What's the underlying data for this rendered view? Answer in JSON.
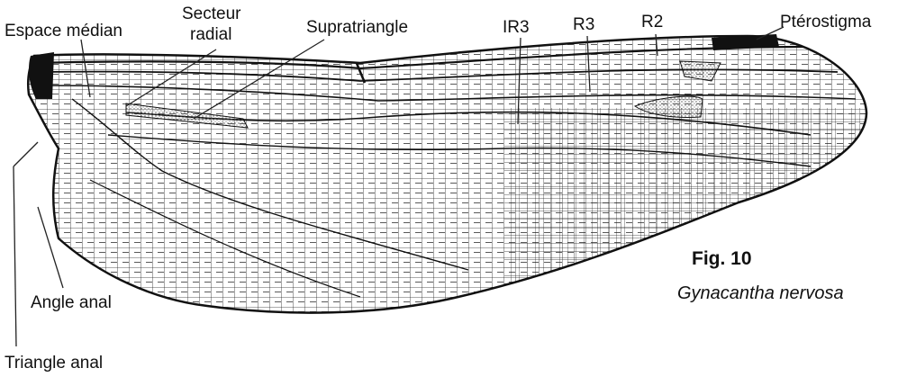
{
  "labels": {
    "espace_median": "Espace médian",
    "secteur_radial_line1": "Secteur",
    "secteur_radial_line2": "radial",
    "supratriangle": "Supratriangle",
    "ir3": "IR3",
    "r3": "R3",
    "r2": "R2",
    "pterostigma": "Ptérostigma",
    "angle_anal": "Angle anal",
    "triangle_anal": "Triangle anal"
  },
  "caption": {
    "figure_number": "Fig. 10",
    "species": "Gynacantha nervosa"
  },
  "colors": {
    "ink": "#111111",
    "background": "#ffffff"
  }
}
